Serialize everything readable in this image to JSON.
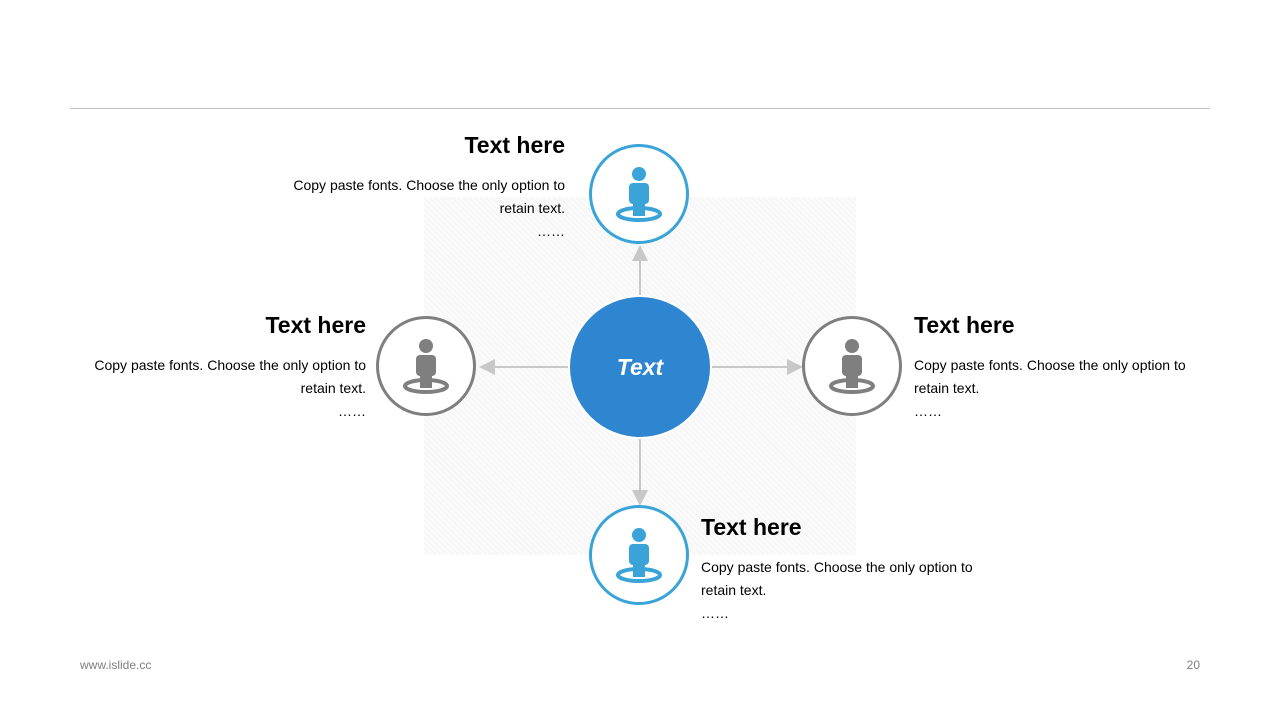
{
  "center_label": "Text",
  "colors": {
    "accent_blue": "#3aa3d8",
    "center_blue": "#2f86d0",
    "neutral_grey": "#7f7f7f",
    "connector": "#c8c8c8"
  },
  "nodes": {
    "top": {
      "icon": "person-icon",
      "color": "blue",
      "title": "Text here",
      "body": "Copy paste fonts. Choose the only option to retain text.",
      "more": "……"
    },
    "left": {
      "icon": "person-icon",
      "color": "grey",
      "title": "Text here",
      "body": "Copy paste fonts. Choose the only option to retain text.",
      "more": "……"
    },
    "right": {
      "icon": "person-icon",
      "color": "grey",
      "title": "Text here",
      "body": "Copy paste fonts. Choose the only option to retain text.",
      "more": "……"
    },
    "bottom": {
      "icon": "person-icon",
      "color": "blue",
      "title": "Text here",
      "body": "Copy paste fonts. Choose the only option to retain text.",
      "more": "……"
    }
  },
  "footer": {
    "website": "www.islide.cc",
    "page_number": "20"
  }
}
